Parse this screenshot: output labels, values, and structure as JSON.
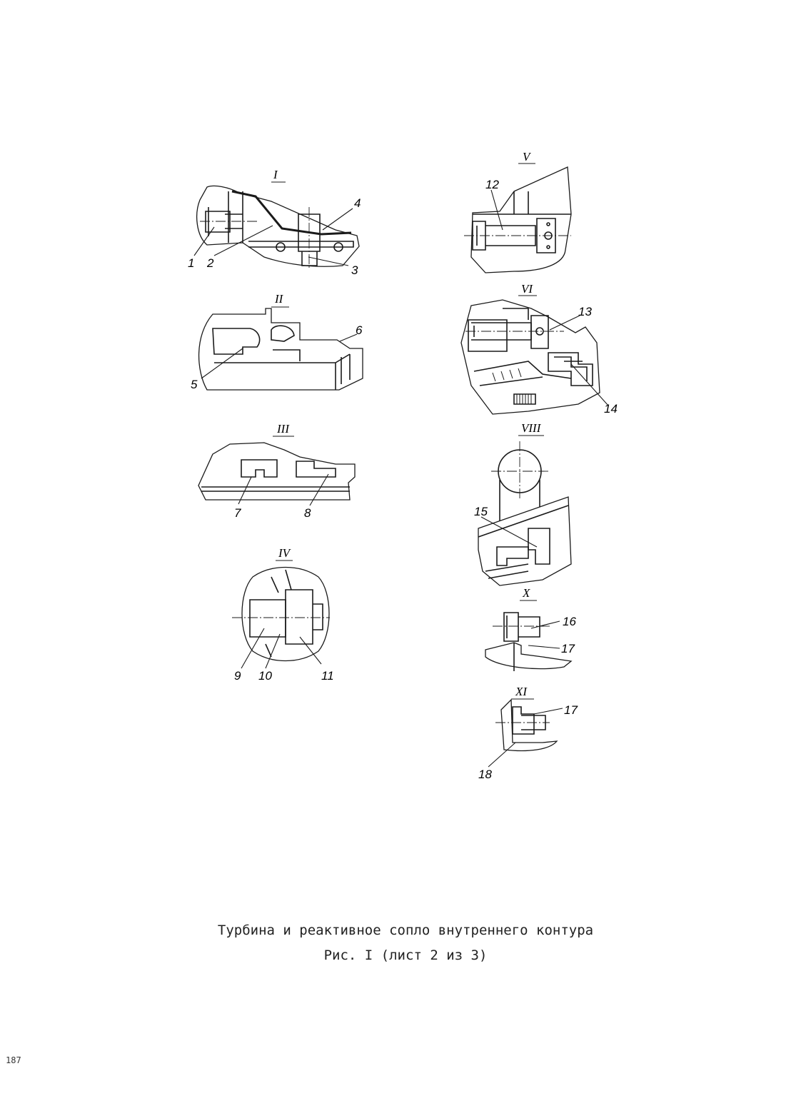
{
  "views": {
    "I": {
      "label": "I",
      "callouts": [
        "1",
        "2",
        "3",
        "4"
      ]
    },
    "II": {
      "label": "II",
      "callouts": [
        "5",
        "6"
      ]
    },
    "III": {
      "label": "III",
      "callouts": [
        "7",
        "8"
      ]
    },
    "IV": {
      "label": "IV",
      "callouts": [
        "9",
        "10",
        "11"
      ]
    },
    "V": {
      "label": "V",
      "callouts": [
        "12"
      ]
    },
    "VI": {
      "label": "VI",
      "callouts": [
        "13",
        "14"
      ]
    },
    "VIII": {
      "label": "VIII",
      "callouts": [
        "15"
      ]
    },
    "X": {
      "label": "X",
      "callouts": [
        "16",
        "17"
      ]
    },
    "XI": {
      "label": "XI",
      "callouts": [
        "17",
        "18"
      ]
    }
  },
  "caption": {
    "title": "Турбина и реактивное сопло внутреннего контура",
    "figure": "Рис. I (лист 2 из 3)"
  },
  "page_number": "187"
}
